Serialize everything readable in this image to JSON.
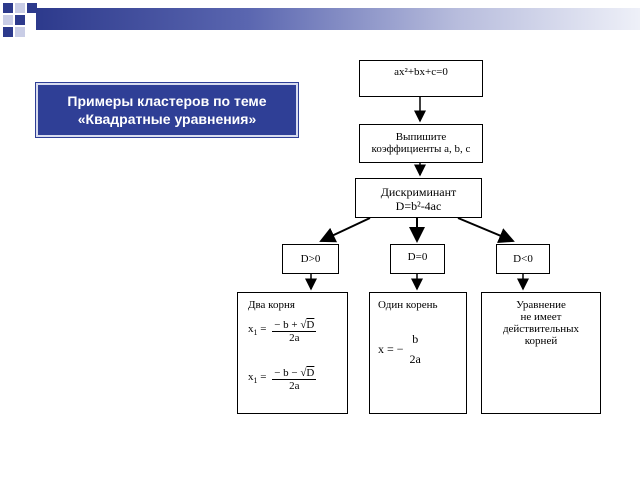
{
  "title": {
    "line1": "Примеры кластеров по теме",
    "line2": "«Квадратные уравнения»"
  },
  "theme": {
    "accent": "#2f3f96",
    "band_start": "#2d3a8c",
    "band_end": "#eef0f8"
  },
  "flowchart": {
    "equation": "ax²+bx+c=0",
    "coefficients": {
      "line1": "Выпишите",
      "line2": "коэффициенты a, b, c"
    },
    "discriminant": {
      "line1": "Дискриминант",
      "line2": "D=b²-4ac"
    },
    "cases": {
      "positive": "D>0",
      "zero": "D=0",
      "negative": "D<0"
    },
    "two_roots": {
      "heading": "Два корня",
      "x1_lhs": "x",
      "x1_sub": "1",
      "x1_num_prefix": "− b + √",
      "x1_num_radicand": "D",
      "x1_den": "2a",
      "x2_lhs": "x",
      "x2_sub": "1",
      "x2_num_prefix": "− b − √",
      "x2_num_radicand": "D",
      "x2_den": "2a",
      "equals": "="
    },
    "one_root": {
      "heading": "Один корень",
      "lhs": "x = −",
      "num": "b",
      "den": "2a"
    },
    "no_roots": {
      "line1": "Уравнение",
      "line2": "не имеет",
      "line3": "действительных",
      "line4": "корней"
    }
  }
}
